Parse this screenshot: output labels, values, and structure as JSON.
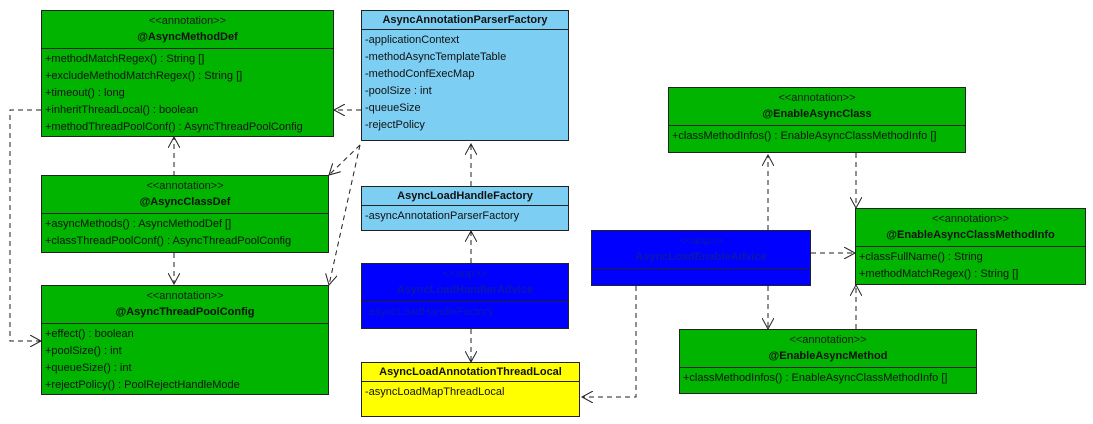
{
  "diagram_title": "Async annotation UML class diagram",
  "colors": {
    "annotation": "#00b400",
    "factory": "#7ccef3",
    "aop": "#0000ff",
    "threadlocal": "#ffff00"
  },
  "classes": {
    "asyncMethodDef": {
      "stereotype": "<<annotation>>",
      "name": "@AsyncMethodDef",
      "members": [
        "+methodMatchRegex() : String []",
        "+excludeMethodMatchRegex() : String []",
        "+timeout() : long",
        "+inheritThreadLocal() : boolean",
        "+methodThreadPoolConf() : AsyncThreadPoolConfig"
      ]
    },
    "asyncClassDef": {
      "stereotype": "<<annotation>>",
      "name": "@AsyncClassDef",
      "members": [
        "+asyncMethods() : AsyncMethodDef []",
        "+classThreadPoolConf() : AsyncThreadPoolConfig"
      ]
    },
    "asyncThreadPoolConfig": {
      "stereotype": "<<annotation>>",
      "name": "@AsyncThreadPoolConfig",
      "members": [
        "+effect() : boolean",
        "+poolSize() : int",
        "+queueSize() : int",
        "+rejectPolicy() : PoolRejectHandleMode"
      ]
    },
    "asyncAnnotationParserFactory": {
      "name": "AsyncAnnotationParserFactory",
      "members": [
        "-applicationContext",
        "-methodAsyncTemplateTable",
        "-methodConfExecMap",
        "-poolSize : int",
        "-queueSize",
        "-rejectPolicy"
      ]
    },
    "asyncLoadHandleFactory": {
      "name": "AsyncLoadHandleFactory",
      "members": [
        "-asyncAnnotationParserFactory"
      ]
    },
    "asyncLoadHandlerAdvice": {
      "stereotype": "<<aop>>",
      "name": "AsyncLoadHandlerAdvice",
      "members": [
        "-asyncLoadHandleFactory"
      ]
    },
    "asyncLoadAnnotationThreadLocal": {
      "name": "AsyncLoadAnnotationThreadLocal",
      "members": [
        "-asyncLoadMapThreadLocal"
      ]
    },
    "asyncLoadEnableAdvice": {
      "stereotype": "<<aop>>",
      "name": "AsyncLoadEnableAdvice",
      "members": []
    },
    "enableAsyncClass": {
      "stereotype": "<<annotation>>",
      "name": "@EnableAsyncClass",
      "members": [
        "+classMethodInfos() : EnableAsyncClassMethodInfo []"
      ]
    },
    "enableAsyncClassMethodInfo": {
      "stereotype": "<<annotation>>",
      "name": "@EnableAsyncClassMethodInfo",
      "members": [
        "+classFullName() : String",
        "+methodMatchRegex() : String []"
      ]
    },
    "enableAsyncMethod": {
      "stereotype": "<<annotation>>",
      "name": "@EnableAsyncMethod",
      "members": [
        "+classMethodInfos() : EnableAsyncClassMethodInfo []"
      ]
    }
  },
  "dependencies": [
    {
      "from": "asyncClassDef",
      "to": "asyncMethodDef",
      "type": "dependency"
    },
    {
      "from": "asyncClassDef",
      "to": "asyncThreadPoolConfig",
      "type": "dependency"
    },
    {
      "from": "asyncMethodDef",
      "to": "asyncThreadPoolConfig",
      "type": "dependency"
    },
    {
      "from": "asyncAnnotationParserFactory",
      "to": "asyncMethodDef",
      "type": "dependency"
    },
    {
      "from": "asyncAnnotationParserFactory",
      "to": "asyncClassDef",
      "type": "dependency"
    },
    {
      "from": "asyncAnnotationParserFactory",
      "to": "asyncThreadPoolConfig",
      "type": "dependency"
    },
    {
      "from": "asyncLoadHandleFactory",
      "to": "asyncAnnotationParserFactory",
      "type": "dependency"
    },
    {
      "from": "asyncLoadHandlerAdvice",
      "to": "asyncLoadHandleFactory",
      "type": "dependency"
    },
    {
      "from": "asyncLoadHandlerAdvice",
      "to": "asyncLoadAnnotationThreadLocal",
      "type": "dependency"
    },
    {
      "from": "asyncLoadEnableAdvice",
      "to": "asyncLoadAnnotationThreadLocal",
      "type": "dependency"
    },
    {
      "from": "asyncLoadEnableAdvice",
      "to": "enableAsyncClass",
      "type": "dependency"
    },
    {
      "from": "asyncLoadEnableAdvice",
      "to": "enableAsyncMethod",
      "type": "dependency"
    },
    {
      "from": "asyncLoadEnableAdvice",
      "to": "enableAsyncClassMethodInfo",
      "type": "dependency"
    },
    {
      "from": "enableAsyncClass",
      "to": "enableAsyncClassMethodInfo",
      "type": "dependency"
    },
    {
      "from": "enableAsyncMethod",
      "to": "enableAsyncClassMethodInfo",
      "type": "dependency"
    }
  ]
}
